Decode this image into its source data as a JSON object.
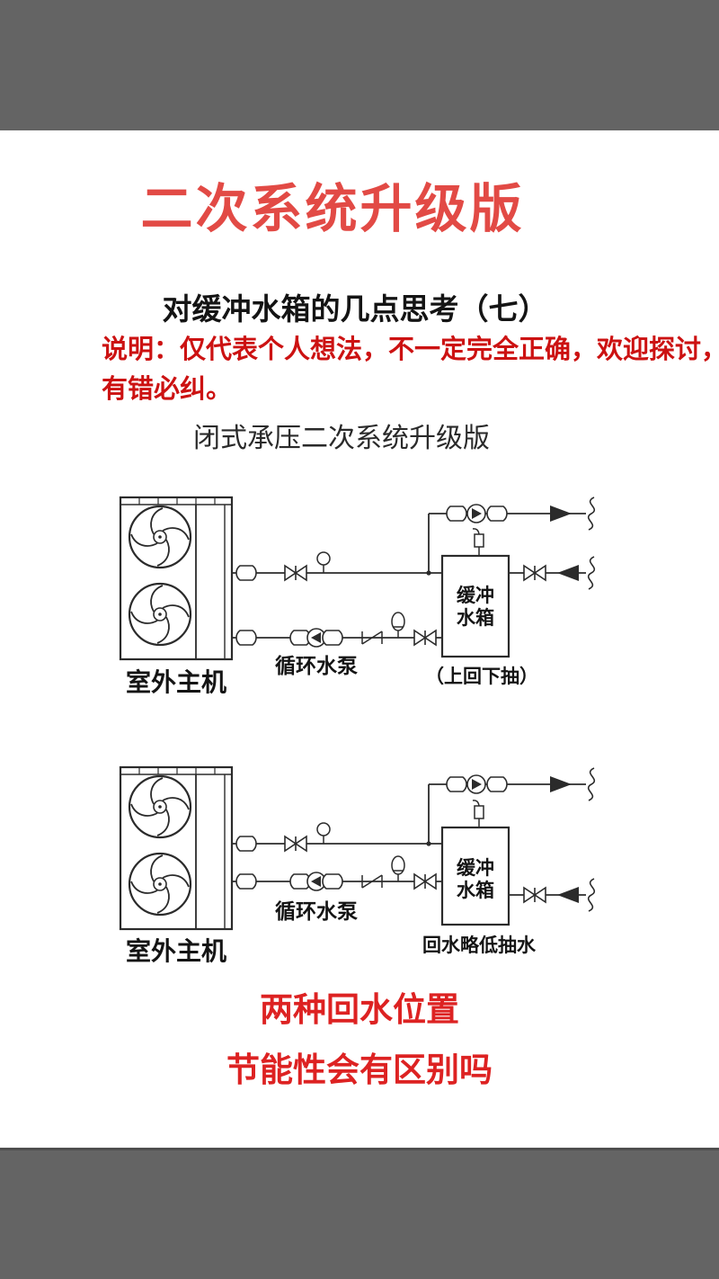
{
  "colors": {
    "bar_gray": "#646464",
    "title_red": "#e24a45",
    "note_red": "#cc1212",
    "footer_red": "#dd2222",
    "line_dark": "#2b2b2b"
  },
  "header": {
    "title": "二次系统升级版",
    "subtitle": "对缓冲水箱的几点思考（七）",
    "note_line1": "说明：仅代表个人想法，不一定完全正确，欢迎探讨，",
    "note_line2": "有错必纠。"
  },
  "diagram": {
    "caption": "闭式承压二次系统升级版",
    "first": {
      "unit_label": "室外主机",
      "pump_label": "循环水泵",
      "tank_line1": "缓冲",
      "tank_line2": "水箱",
      "note": "（上回下抽）"
    },
    "second": {
      "unit_label": "室外主机",
      "pump_label": "循环水泵",
      "tank_line1": "缓冲",
      "tank_line2": "水箱",
      "note": "回水略低抽水"
    }
  },
  "footer": {
    "line1": "两种回水位置",
    "line2": "节能性会有区别吗"
  }
}
